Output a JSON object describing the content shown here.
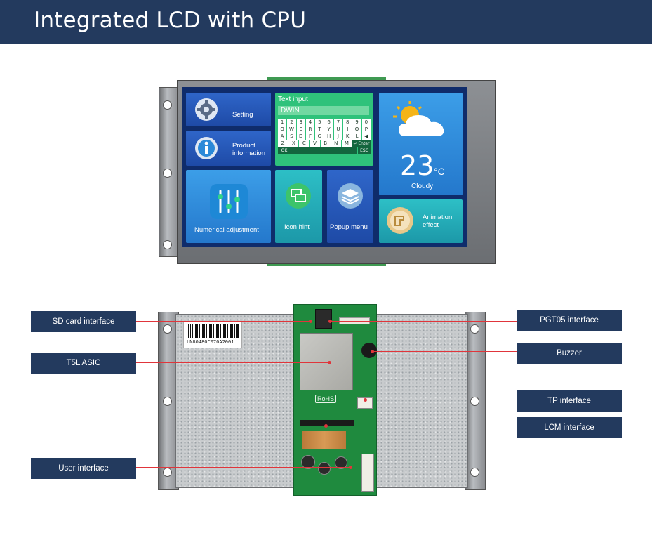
{
  "header": {
    "title": "Integrated LCD with CPU"
  },
  "screen": {
    "setting": "Setting",
    "product_info_line1": "Product",
    "product_info_line2": "information",
    "text_input_title": "Text input",
    "text_input_value": "DWIN",
    "keyboard": {
      "row1": [
        "1",
        "2",
        "3",
        "4",
        "5",
        "6",
        "7",
        "8",
        "9",
        "0"
      ],
      "row2": [
        "Q",
        "W",
        "E",
        "R",
        "T",
        "Y",
        "U",
        "I",
        "O",
        "P"
      ],
      "row3": [
        "A",
        "S",
        "D",
        "F",
        "G",
        "H",
        "J",
        "K",
        "L",
        "◀"
      ],
      "row4": [
        "Z",
        "X",
        "C",
        "V",
        "B",
        "N",
        "M",
        "↵ Enter"
      ],
      "ok": "OK",
      "esc": "ESC"
    },
    "temperature": "23",
    "temp_unit": "°C",
    "weather": "Cloudy",
    "numerical": "Numerical adjustment",
    "icon_hint": "Icon hint",
    "popup_menu": "Popup menu",
    "animation_line1": "Animation",
    "animation_line2": "effect"
  },
  "back_labels": {
    "sd_card": "SD card interface",
    "t5l": "T5L ASIC",
    "user_interface": "User interface",
    "pgt05": "PGT05 interface",
    "buzzer": "Buzzer",
    "tp": "TP interface",
    "lcm": "LCM interface"
  },
  "board_text": {
    "serial": "LN80480C070A2001",
    "rohs": "RoHS"
  },
  "colors": {
    "header_bg": "#233a5e",
    "label_bg": "#233a5e",
    "pointer_line": "#e0353b"
  }
}
